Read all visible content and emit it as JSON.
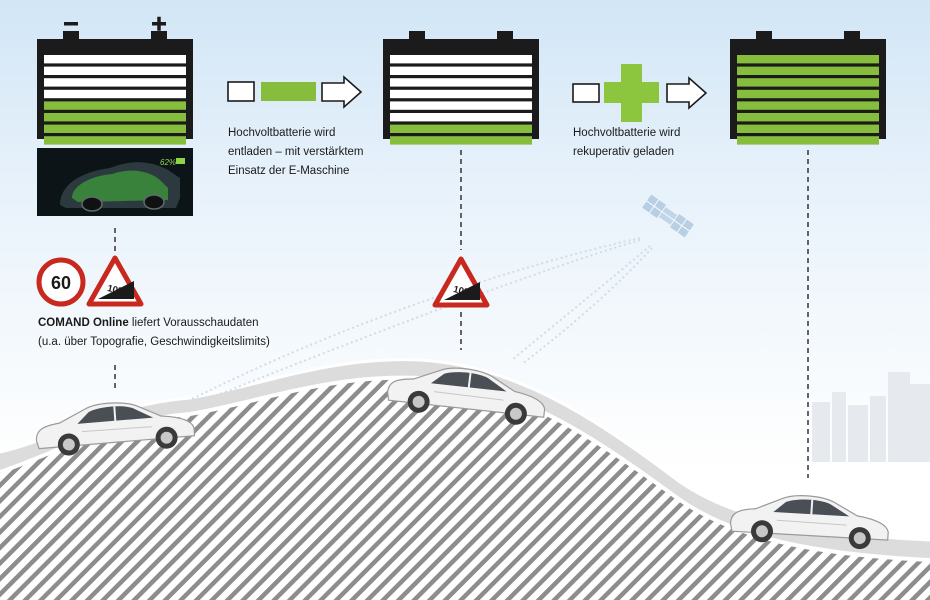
{
  "colors": {
    "sky_top": "#d2e6f6",
    "battery_green": "#86bd3c",
    "plus_green": "#8cc63f",
    "battery_case": "#1b1b1b",
    "sign_red": "#c8281e",
    "road": "#d9d9d9"
  },
  "battery_levels": {
    "start": 0.5,
    "after_climb": 0.2,
    "after_descent": 1.0
  },
  "signs": {
    "speed_limit": "60",
    "slope_left": "10%",
    "slope_mid": "10%"
  },
  "dashboard_display": {
    "charge_readout": "62%"
  },
  "captions": {
    "discharge": [
      "Hochvoltbatterie wird",
      "entladen – mit verstärktem",
      "Einsatz der E-Maschine"
    ],
    "recharge": [
      "Hochvoltbatterie wird",
      "rekuperativ geladen"
    ],
    "comand_bold": "COMAND Online",
    "comand_rest": " liefert Vorausschaudaten",
    "comand_line2": "(u.a. über Topografie, Geschwindigkeitslimits)"
  },
  "icons": {
    "flow_left": "minus-arrow-icon",
    "flow_right": "plus-arrow-icon",
    "satellite": "satellite-icon"
  }
}
